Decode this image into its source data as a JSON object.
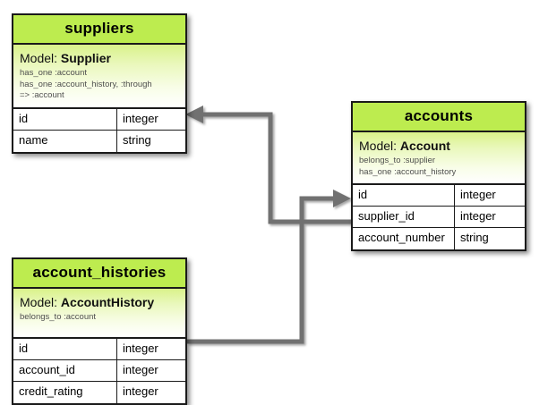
{
  "diagram": {
    "type": "entity-relationship-diagram",
    "background_color": "#ffffff",
    "header_color": "#bdec4f",
    "connector_color": "#717171",
    "border_color": "#1a1a1a"
  },
  "entities": [
    {
      "id": "suppliers",
      "title": "suppliers",
      "model_label": "Model:",
      "model_name": "Supplier",
      "associations": [
        "has_one :account",
        "has_one :account_history, :through",
        "=> :account"
      ],
      "attributes": [
        {
          "name": "id",
          "type": "integer"
        },
        {
          "name": "name",
          "type": "string"
        }
      ]
    },
    {
      "id": "accounts",
      "title": "accounts",
      "model_label": "Model:",
      "model_name": "Account",
      "associations": [
        "belongs_to :supplier",
        "has_one :account_history"
      ],
      "attributes": [
        {
          "name": "id",
          "type": "integer"
        },
        {
          "name": "supplier_id",
          "type": "integer"
        },
        {
          "name": "account_number",
          "type": "string"
        }
      ]
    },
    {
      "id": "account_histories",
      "title": "account_histories",
      "model_label": "Model:",
      "model_name": "AccountHistory",
      "associations": [
        "belongs_to :account"
      ],
      "attributes": [
        {
          "name": "id",
          "type": "integer"
        },
        {
          "name": "account_id",
          "type": "integer"
        },
        {
          "name": "credit_rating",
          "type": "integer"
        }
      ]
    }
  ],
  "relationships": [
    {
      "id": "accounts-supplier-id-to-suppliers-id",
      "from": "accounts.supplier_id",
      "to": "suppliers.id",
      "arrow_at": "suppliers.id"
    },
    {
      "id": "account-histories-account-id-to-accounts-id",
      "from": "account_histories.account_id",
      "to": "accounts.id",
      "arrow_at": "accounts.id"
    }
  ]
}
